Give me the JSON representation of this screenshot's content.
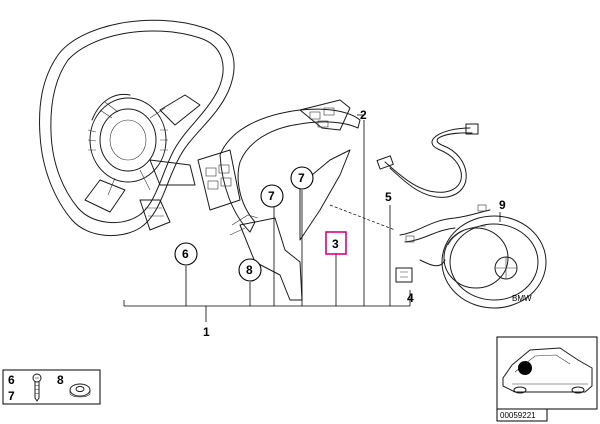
{
  "callouts": {
    "p1": "1",
    "p2": "2",
    "p3": "3",
    "p4": "4",
    "p5": "5",
    "p6": "6",
    "p7a": "7",
    "p7b": "7",
    "p8": "8",
    "p9": "9"
  },
  "legend": {
    "n6": "6",
    "n7": "7",
    "n8": "8"
  },
  "diagram_id": "00059221",
  "colors": {
    "highlight": "#e0007a",
    "line": "#1a1a1a"
  }
}
